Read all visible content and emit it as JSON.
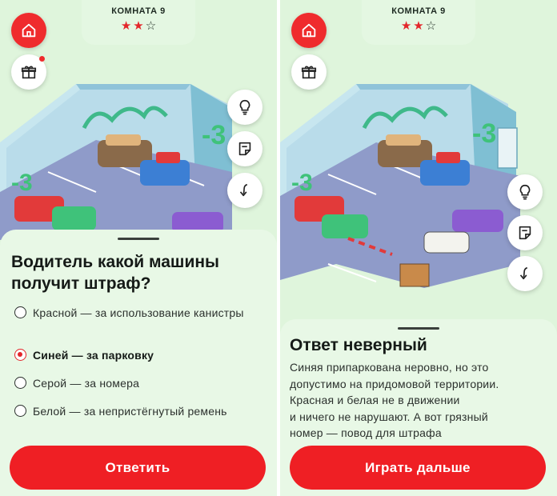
{
  "room": {
    "title": "КОМНАТА 9",
    "stars_filled": 2,
    "stars_total": 3
  },
  "icons": {
    "home": "home-icon",
    "gift": "gift-icon",
    "hint": "lightbulb-icon",
    "notes": "note-icon",
    "arrow": "arrow-down-icon"
  },
  "colors": {
    "accent": "#ef1f24",
    "sheet_bg": "#e8f8e6",
    "scene_bg": "#dff5dc"
  },
  "question_screen": {
    "question": "Водитель какой машины получит штраф?",
    "options": [
      {
        "label": "Красной — за использование канистры",
        "selected": false
      },
      {
        "label": "Синей — за парковку",
        "selected": true
      },
      {
        "label": "Серой — за номера",
        "selected": false
      },
      {
        "label": "Белой — за непристёгнутый ремень",
        "selected": false
      }
    ],
    "button_label": "Ответить"
  },
  "result_screen": {
    "title": "Ответ неверный",
    "explanation_lines": [
      "Синяя припаркована неровно, но это",
      "допустимо на придомовой территории.",
      "Красная и белая не в движении",
      "и ничего не нарушают. А вот грязный",
      "номер — повод для штрафа"
    ],
    "button_label": "Играть дальше"
  }
}
